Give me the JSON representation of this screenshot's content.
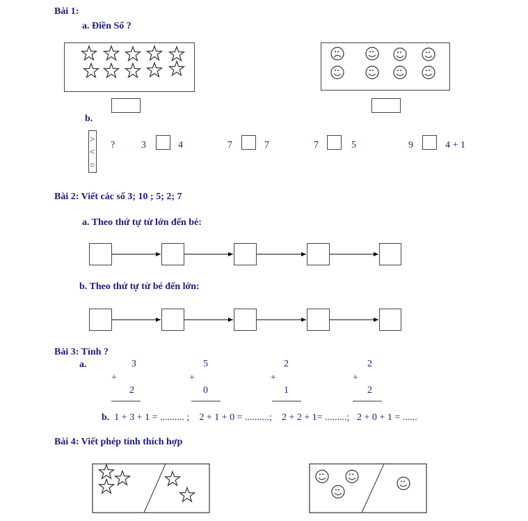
{
  "bai1": {
    "title": "Bài 1:",
    "a": "a. Điền Số  ?",
    "b": "b.",
    "symbols": [
      ">",
      "<",
      "="
    ],
    "q": "?",
    "compare": [
      {
        "l": "3",
        "r": "4"
      },
      {
        "l": "7",
        "r": "7"
      },
      {
        "l": "7",
        "r": "5"
      },
      {
        "l": "9",
        "r": "4 + 1"
      }
    ]
  },
  "bai2": {
    "title_bold": "Bài 2",
    "title_rest": ": Viết các số 3; 10 ; 5; 2; 7",
    "a": "a. Theo thứ tự từ lớn đến bé:",
    "b": "b. Theo thứ tự từ bé đến lớn:"
  },
  "bai3": {
    "title_bold": "Bài 3",
    "title_rest": ": Tính  ?",
    "a": "a.",
    "plus": "+",
    "columns": [
      {
        "top": "3",
        "bottom": "2"
      },
      {
        "top": "5",
        "bottom": "0"
      },
      {
        "top": "2",
        "bottom": "1"
      },
      {
        "top": "2",
        "bottom": "2"
      }
    ],
    "b_label": "b.",
    "b_text": "1 + 3 + 1 = .......... ;    2 + 1 + 0 = ..........;    2 + 2 + 1= .........;   2 + 0 + 1 = ......"
  },
  "bai4": {
    "title": "Bài 4: Viết phép tính thích hợp"
  }
}
